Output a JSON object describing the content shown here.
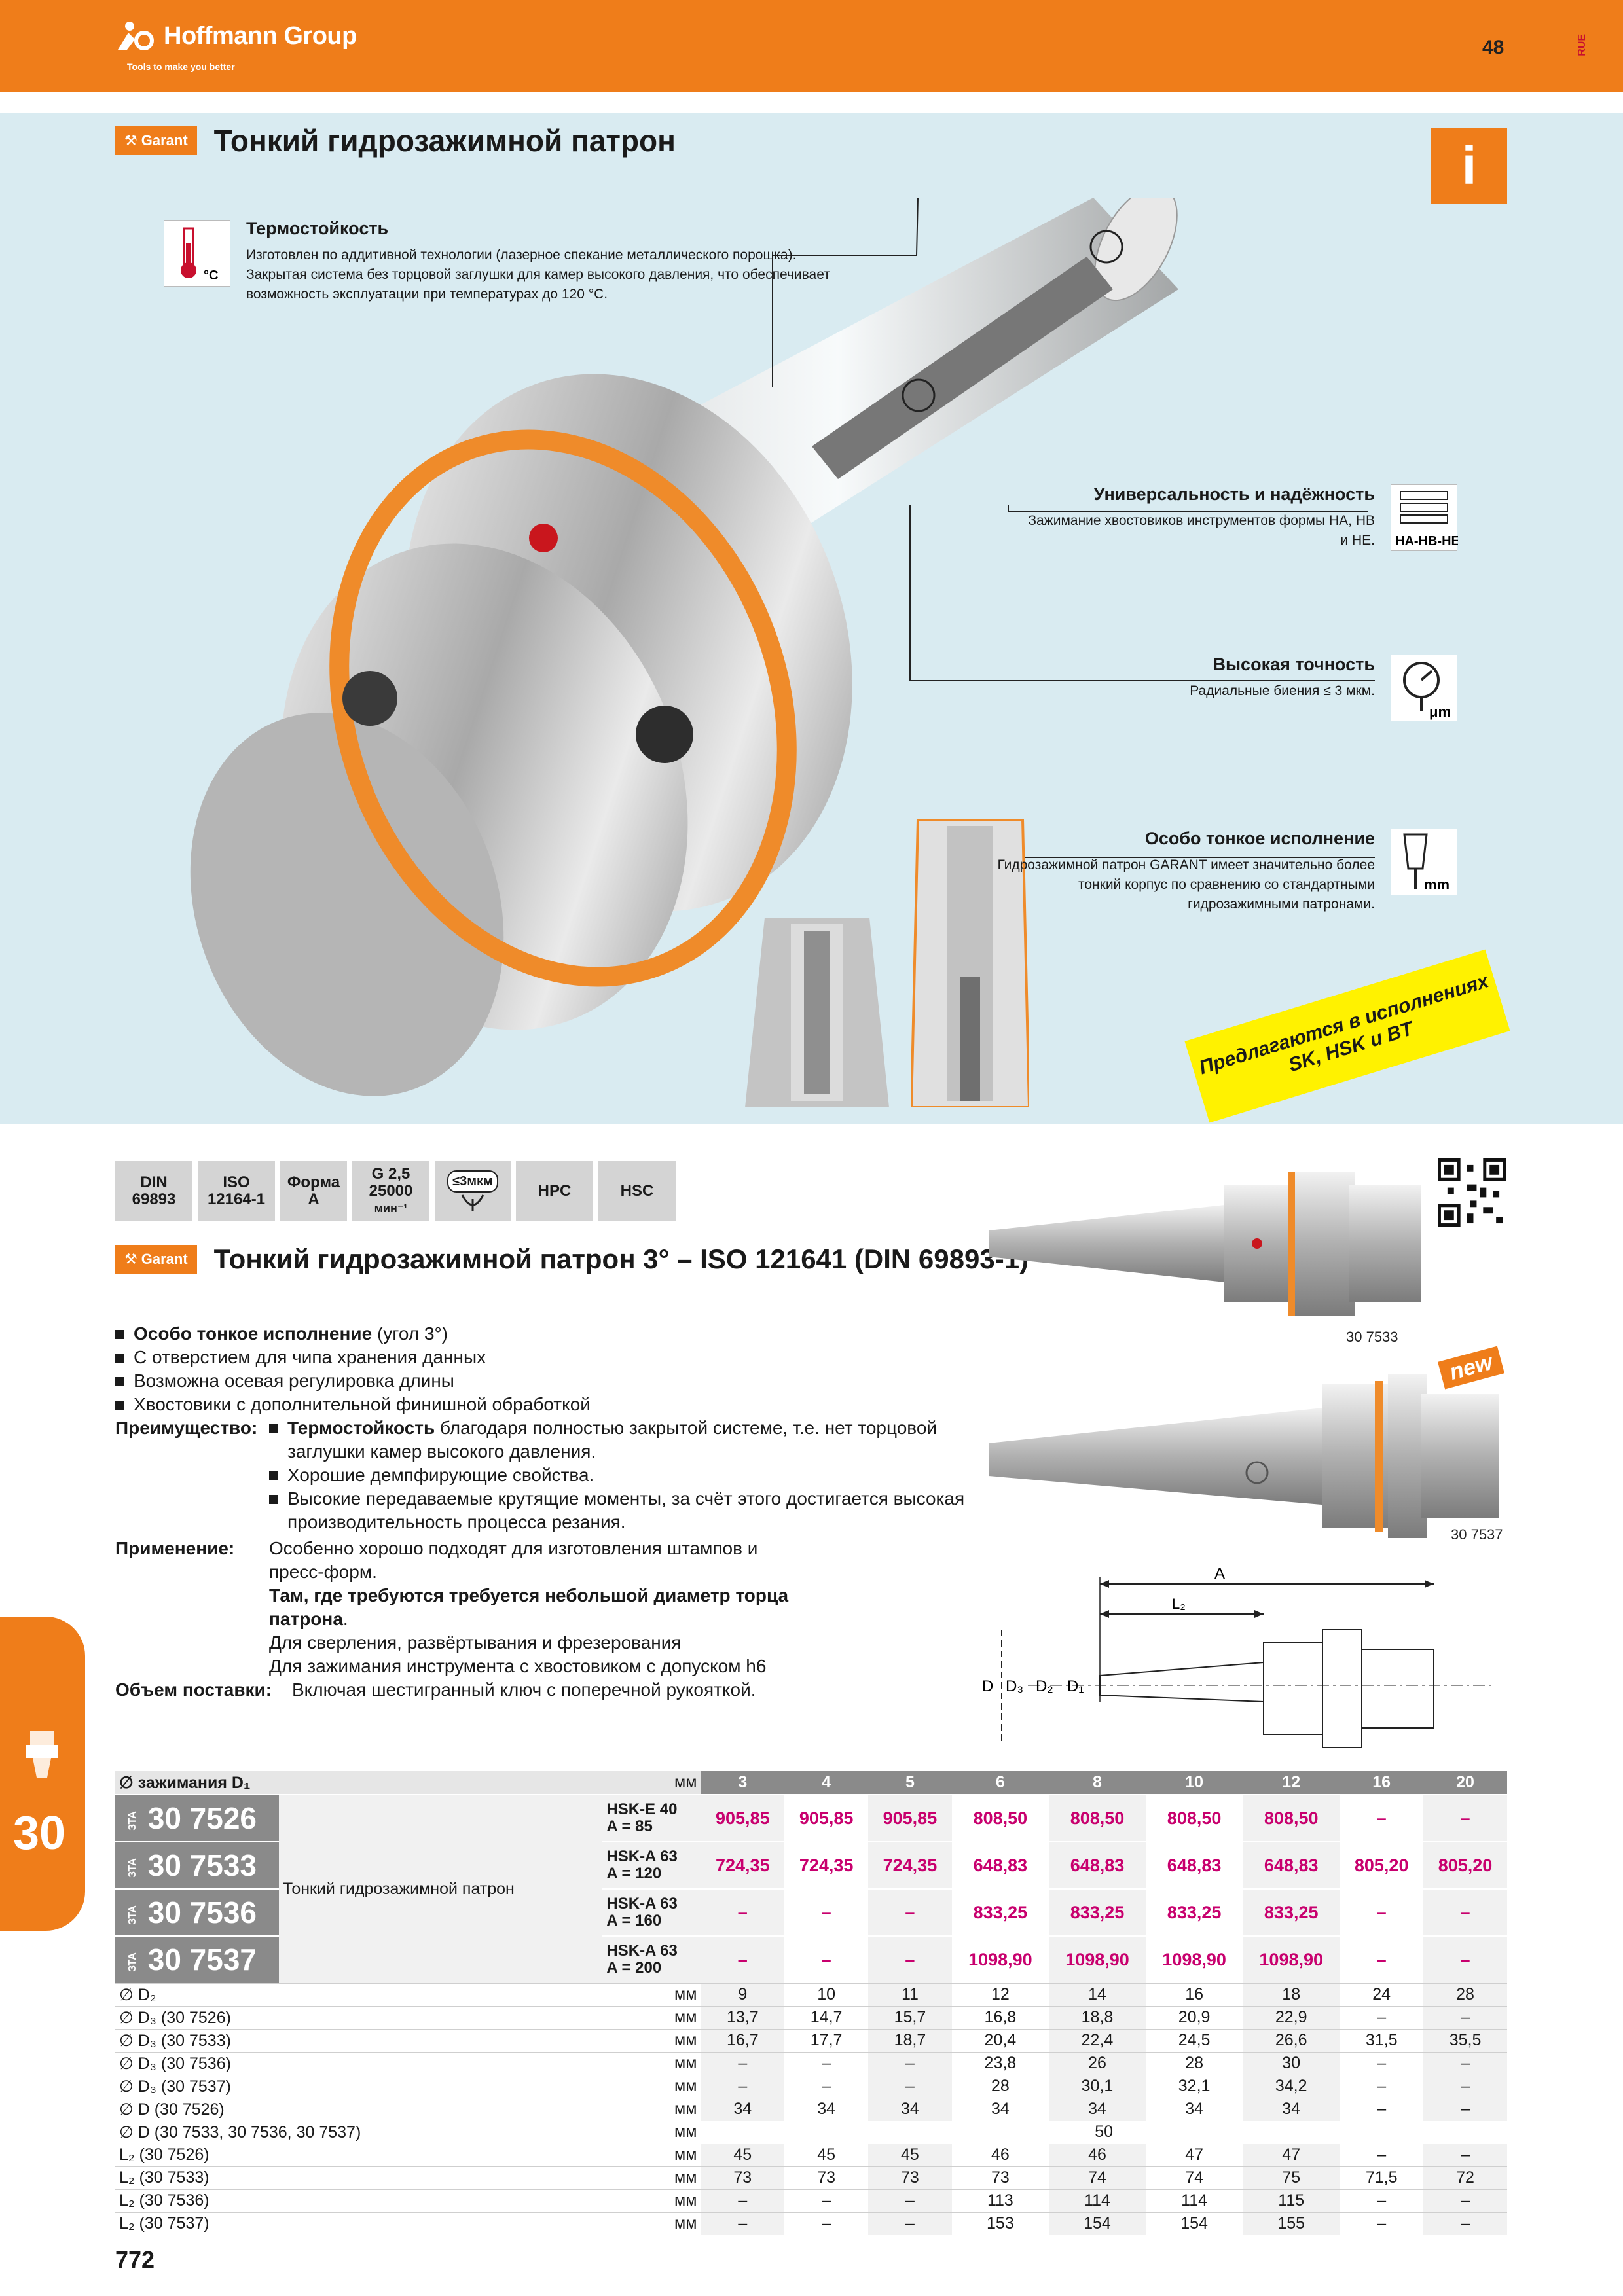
{
  "header": {
    "brand": "Hoffmann Group",
    "tagline": "Tools to make you better",
    "page_number": "48",
    "language_code": "RUE"
  },
  "hero": {
    "brand_badge": "Garant",
    "title": "Тонкий гидрозажимной патрон",
    "info_icon": "i",
    "features": [
      {
        "title": "Термостойкость",
        "text": "Изготовлен по аддитивной технологии (лазерное спекание металлического порошка). Закрытая система без торцовой заглушки для камер высокого давления, что обеспечивает возможность эксплуатации при температурах до 120 °C.",
        "icon": "thermometer-icon",
        "icon_label": "°C"
      },
      {
        "title": "Универсальность и надёжность",
        "text": "Зажимание хвостовиков инструментов формы HA, HB и HE.",
        "icon": "shank-types-icon",
        "icon_label": "HA-HB-HE"
      },
      {
        "title": "Высокая точность",
        "text": "Радиальные биения ≤ 3 мкм.",
        "icon": "gauge-icon",
        "icon_label": "μm"
      },
      {
        "title": "Особо тонкое исполнение",
        "text": "Гидрозажимной патрон GARANT имеет значительно более тонкий корпус по сравнению со стандартными гидрозажимными патронами.",
        "icon": "slim-chuck-icon",
        "icon_label": "mm"
      }
    ],
    "promo": [
      "Предлагаются в исполнениях",
      "SK, HSK и BT"
    ]
  },
  "badges": [
    {
      "line1": "DIN",
      "line2": "69893"
    },
    {
      "line1": "ISO",
      "line2": "12164-1"
    },
    {
      "line1": "Форма",
      "line2": "A"
    },
    {
      "line1": "G 2,5",
      "line2": "25000",
      "line3": "мин⁻¹"
    },
    {
      "line1": "≤3мкм",
      "line2": ""
    },
    {
      "line1": "HPC",
      "line2": ""
    },
    {
      "line1": "HSC",
      "line2": ""
    }
  ],
  "product": {
    "brand_badge": "Garant",
    "title": "Тонкий гидрозажимной патрон 3° – ISO 121641 (DIN 69893-1)",
    "new_badge": "new",
    "image_labels": [
      "30 7533",
      "30 7537"
    ],
    "bullets": [
      {
        "bold": "Особо тонкое исполнение",
        "rest": " (угол 3°)"
      },
      {
        "bold": "",
        "rest": "С отверстием для чипа хранения данных"
      },
      {
        "bold": "",
        "rest": "Возможна осевая регулировка длины"
      },
      {
        "bold": "",
        "rest": "Хвостовики с дополнительной финишной обработкой"
      }
    ],
    "advantage_label": "Преимущество:",
    "advantages": [
      {
        "bold": "Термостойкость",
        "rest": " благодаря полностью закрытой системе, т.е. нет торцовой заглушки камер высокого давления."
      },
      {
        "bold": "",
        "rest": "Хорошие демпфирующие свойства."
      },
      {
        "bold": "",
        "rest": "Высокие передаваемые крутящие моменты, за счёт этого достигается высокая производительность процесса резания."
      }
    ],
    "application_label": "Применение:",
    "applications": [
      {
        "bold": "",
        "rest": "Особенно хорошо подходят для изготовления штампов и пресс-форм."
      },
      {
        "bold": "Там, где требуются требуется небольшой диаметр торца патрона",
        "rest": "."
      },
      {
        "bold": "",
        "rest": "Для сверления, развёртывания и фрезерования"
      },
      {
        "bold": "",
        "rest": "Для зажимания инструмента с хвостовиком с допуском h6"
      }
    ],
    "delivery_label": "Объем поставки:",
    "delivery": "Включая шестигранный ключ с поперечной рукояткой.",
    "drawing_labels": {
      "A": "A",
      "L2": "L₂",
      "D": "D",
      "D3": "D₃",
      "D2": "D₂",
      "D1": "D₁"
    }
  },
  "table": {
    "header_label": "∅ зажимания D₁",
    "unit": "мм",
    "sizes": [
      "3",
      "4",
      "5",
      "6",
      "8",
      "10",
      "12",
      "16",
      "20"
    ],
    "description": "Тонкий гидрозажимной патрон",
    "articles": [
      {
        "prefix": "ЗТА",
        "code": "30 7526",
        "shank": "HSK-E 40",
        "a": "A = 85",
        "prices": [
          "905,85",
          "905,85",
          "905,85",
          "808,50",
          "808,50",
          "808,50",
          "808,50",
          "–",
          "–"
        ]
      },
      {
        "prefix": "ЗТА",
        "code": "30 7533",
        "shank": "HSK-A 63",
        "a": "A = 120",
        "prices": [
          "724,35",
          "724,35",
          "724,35",
          "648,83",
          "648,83",
          "648,83",
          "648,83",
          "805,20",
          "805,20"
        ]
      },
      {
        "prefix": "ЗТА",
        "code": "30 7536",
        "shank": "HSK-A 63",
        "a": "A = 160",
        "prices": [
          "–",
          "–",
          "–",
          "833,25",
          "833,25",
          "833,25",
          "833,25",
          "–",
          "–"
        ]
      },
      {
        "prefix": "ЗТА",
        "code": "30 7537",
        "shank": "HSK-A 63",
        "a": "A = 200",
        "prices": [
          "–",
          "–",
          "–",
          "1098,90",
          "1098,90",
          "1098,90",
          "1098,90",
          "–",
          "–"
        ]
      }
    ],
    "dims": [
      {
        "name": "∅ D₂",
        "unit": "мм",
        "values": [
          "9",
          "10",
          "11",
          "12",
          "14",
          "16",
          "18",
          "24",
          "28"
        ]
      },
      {
        "name": "∅ D₃ (30 7526)",
        "unit": "мм",
        "values": [
          "13,7",
          "14,7",
          "15,7",
          "16,8",
          "18,8",
          "20,9",
          "22,9",
          "–",
          "–"
        ]
      },
      {
        "name": "∅ D₃ (30 7533)",
        "unit": "мм",
        "values": [
          "16,7",
          "17,7",
          "18,7",
          "20,4",
          "22,4",
          "24,5",
          "26,6",
          "31,5",
          "35,5"
        ]
      },
      {
        "name": "∅ D₃ (30 7536)",
        "unit": "мм",
        "values": [
          "–",
          "–",
          "–",
          "23,8",
          "26",
          "28",
          "30",
          "–",
          "–"
        ]
      },
      {
        "name": "∅ D₃ (30 7537)",
        "unit": "мм",
        "values": [
          "–",
          "–",
          "–",
          "28",
          "30,1",
          "32,1",
          "34,2",
          "–",
          "–"
        ]
      },
      {
        "name": "∅ D (30 7526)",
        "unit": "мм",
        "values": [
          "34",
          "34",
          "34",
          "34",
          "34",
          "34",
          "34",
          "–",
          "–"
        ]
      },
      {
        "name": "∅ D (30 7533, 30 7536, 30 7537)",
        "unit": "мм",
        "span_value": "50"
      },
      {
        "name": "L₂ (30 7526)",
        "unit": "мм",
        "values": [
          "45",
          "45",
          "45",
          "46",
          "46",
          "47",
          "47",
          "–",
          "–"
        ]
      },
      {
        "name": "L₂ (30 7533)",
        "unit": "мм",
        "values": [
          "73",
          "73",
          "73",
          "73",
          "74",
          "74",
          "75",
          "71,5",
          "72"
        ]
      },
      {
        "name": "L₂ (30 7536)",
        "unit": "мм",
        "values": [
          "–",
          "–",
          "–",
          "113",
          "114",
          "114",
          "115",
          "–",
          "–"
        ]
      },
      {
        "name": "L₂ (30 7537)",
        "unit": "мм",
        "values": [
          "–",
          "–",
          "–",
          "153",
          "154",
          "154",
          "155",
          "–",
          "–"
        ]
      }
    ]
  },
  "side_tab": {
    "number": "30",
    "icon": "tool-holder-icon"
  },
  "footer": {
    "page_number": "772"
  }
}
